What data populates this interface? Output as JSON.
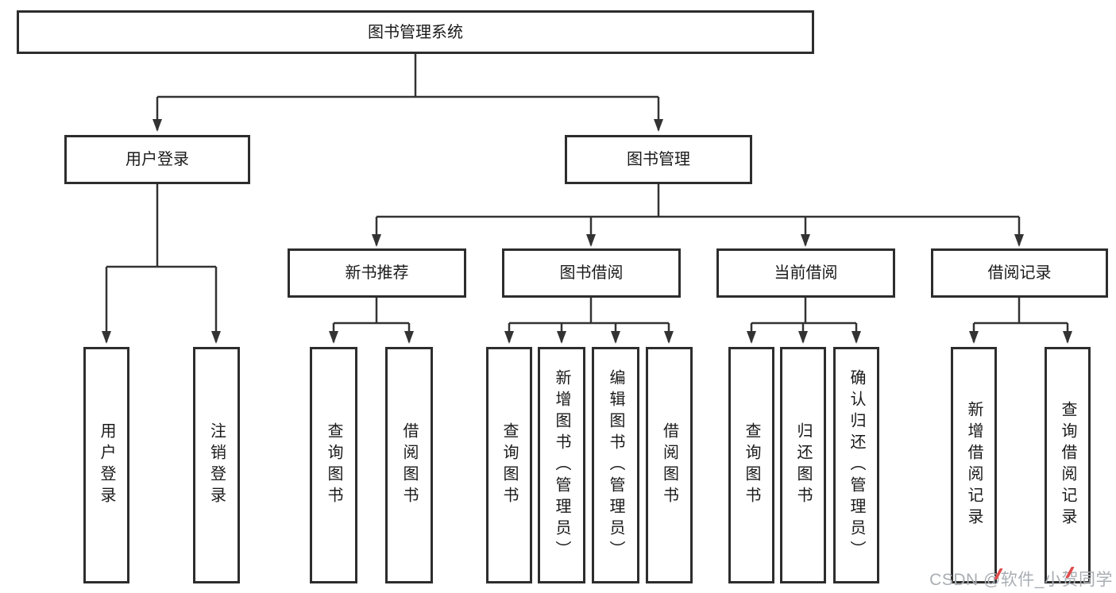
{
  "tree": {
    "root": {
      "label": "图书管理系统"
    },
    "branches": [
      {
        "label": "用户登录",
        "children": [
          {
            "label": "用户登录"
          },
          {
            "label": "注销登录"
          }
        ]
      },
      {
        "label": "图书管理",
        "children": [
          {
            "label": "新书推荐",
            "children": [
              {
                "label": "查询图书"
              },
              {
                "label": "借阅图书"
              }
            ]
          },
          {
            "label": "图书借阅",
            "children": [
              {
                "label": "查询图书"
              },
              {
                "label": "新增图书（管理员）"
              },
              {
                "label": "编辑图书（管理员）"
              },
              {
                "label": "借阅图书"
              }
            ]
          },
          {
            "label": "当前借阅",
            "children": [
              {
                "label": "查询图书"
              },
              {
                "label": "归还图书"
              },
              {
                "label": "确认归还（管理员）"
              }
            ]
          },
          {
            "label": "借阅记录",
            "children": [
              {
                "label": "新增借阅记录"
              },
              {
                "label": "查询借阅记录"
              }
            ]
          }
        ]
      }
    ]
  },
  "watermark": {
    "text": "CSDN @软件_小贺同学"
  },
  "colors": {
    "line": "#333333",
    "box_border": "#2d2d2d",
    "text": "#1a1a1a",
    "background": "#ffffff",
    "watermark_text": "#a9aeb4",
    "watermark_accent": "#e24a4a"
  }
}
